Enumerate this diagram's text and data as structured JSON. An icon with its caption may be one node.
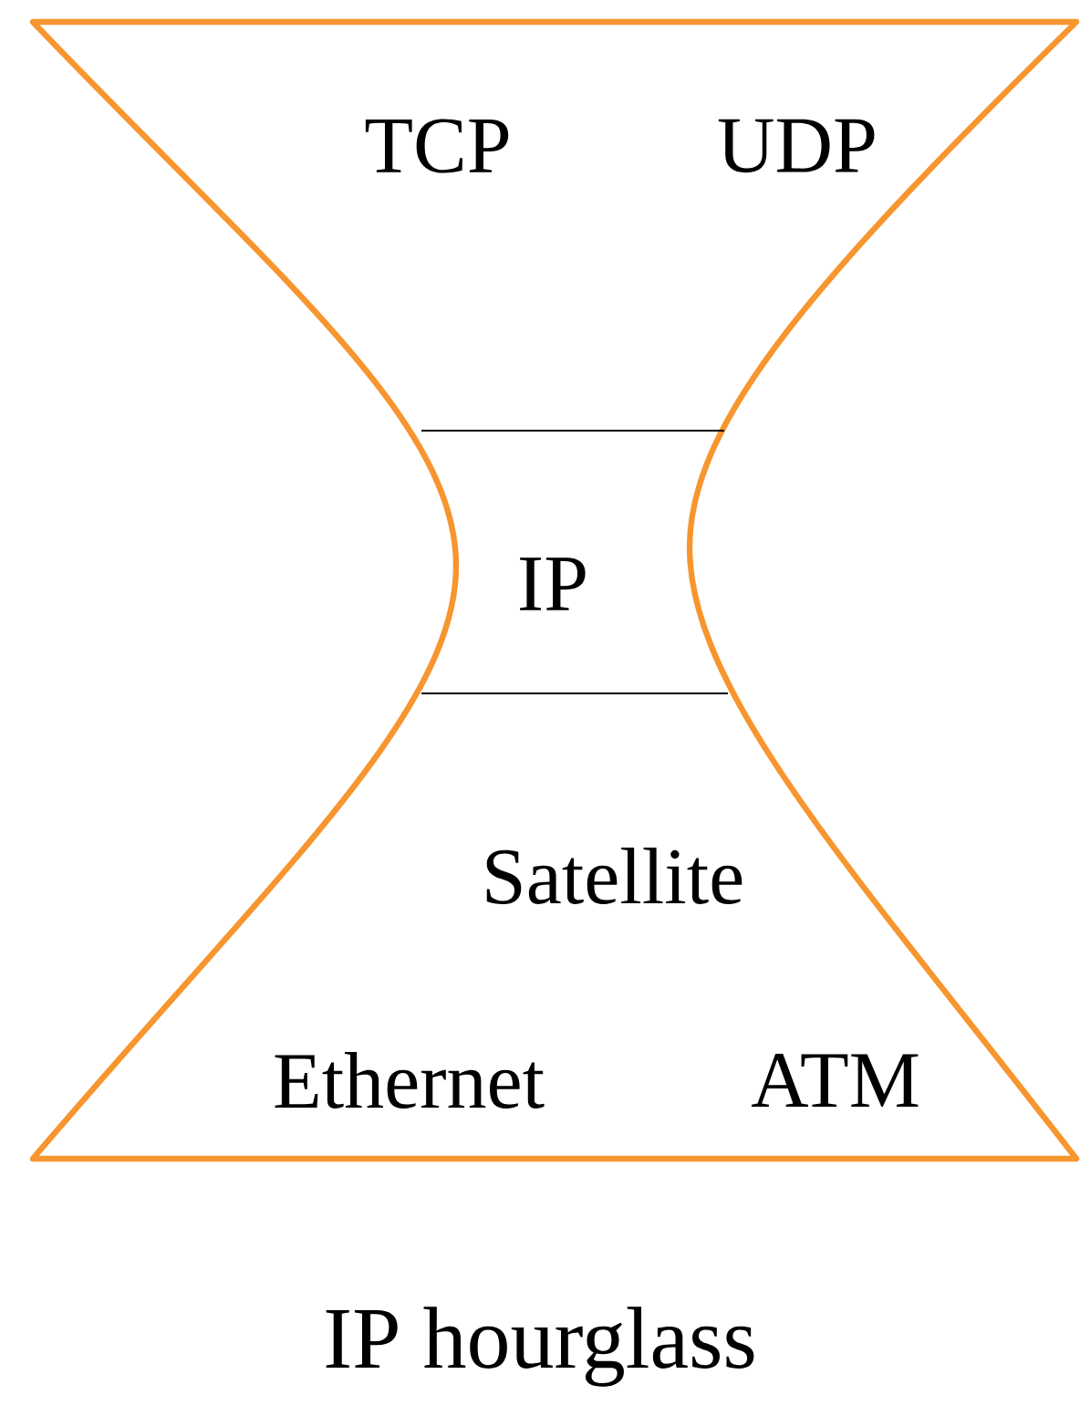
{
  "diagram": {
    "caption": "IP hourglass",
    "labels": [
      "TCP",
      "UDP",
      "IP",
      "Satellite",
      "Ethernet",
      "ATM"
    ]
  }
}
